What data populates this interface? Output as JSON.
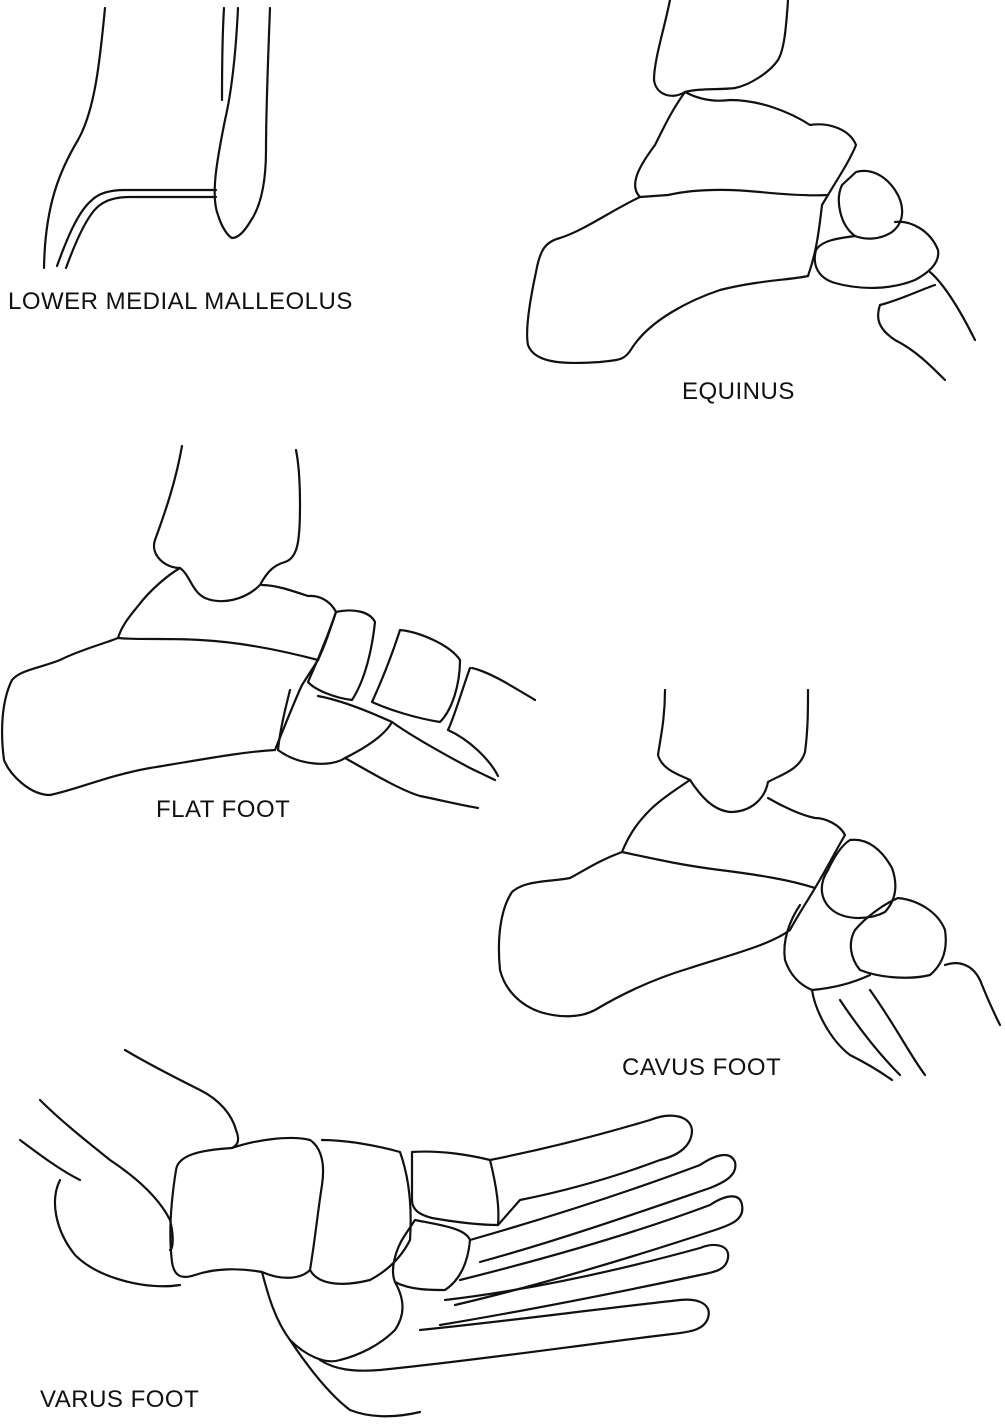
{
  "figures": [
    {
      "id": "lower-medial-malleolus",
      "label": "LOWER MEDIAL MALLEOLUS"
    },
    {
      "id": "equinus",
      "label": "EQUINUS"
    },
    {
      "id": "flat-foot",
      "label": "FLAT FOOT"
    },
    {
      "id": "cavus-foot",
      "label": "CAVUS FOOT"
    },
    {
      "id": "varus-foot",
      "label": "VARUS FOOT"
    }
  ],
  "colors": {
    "background": "#ffffff",
    "line": "#111111"
  }
}
